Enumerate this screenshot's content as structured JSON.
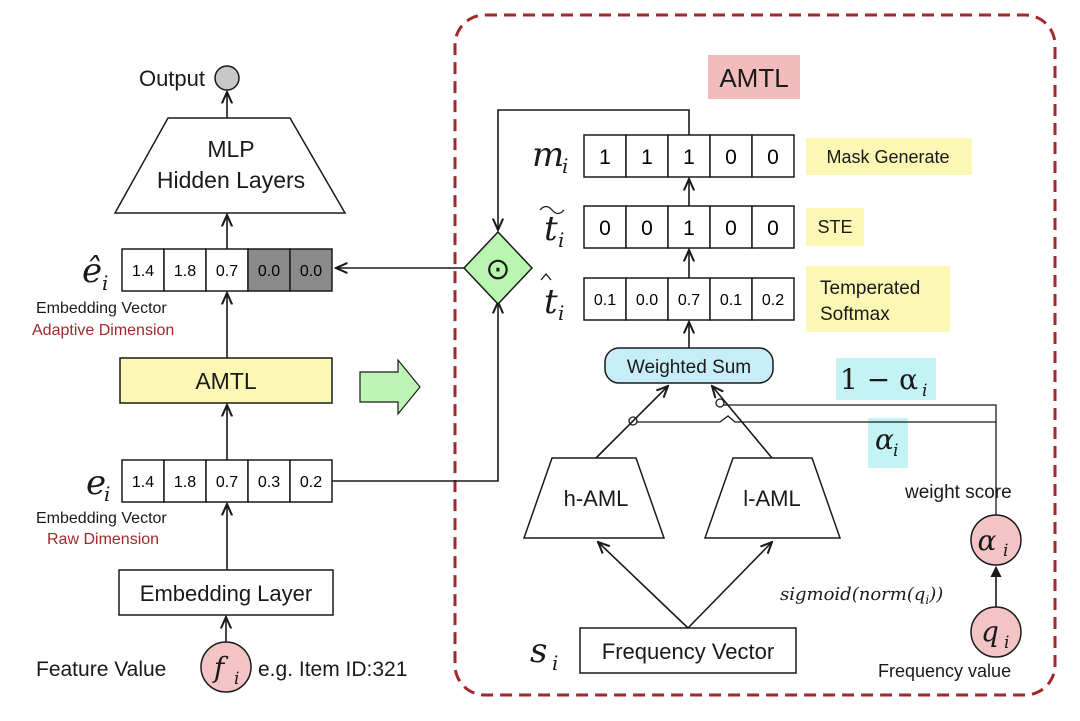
{
  "left": {
    "output_label": "Output",
    "mlp_line1": "MLP",
    "mlp_line2": "Hidden Layers",
    "e_hat_symbol": "ê",
    "e_hat_sub": "i",
    "e_hat_values": [
      "1.4",
      "1.8",
      "0.7",
      "0.0",
      "0.0"
    ],
    "emb_vec_label_1": "Embedding Vector",
    "adaptive_dim_label": "Adaptive Dimension",
    "amtl_block": "AMTL",
    "e_symbol": "e",
    "e_sub": "i",
    "e_values": [
      "1.4",
      "1.8",
      "0.7",
      "0.3",
      "0.2"
    ],
    "emb_vec_label_2": "Embedding Vector",
    "raw_dim_label": "Raw Dimension",
    "embedding_layer": "Embedding Layer",
    "feature_value_label": "Feature Value",
    "f_symbol": "f",
    "f_sub": "i",
    "example_label": "e.g.  Item ID:321"
  },
  "right": {
    "title": "AMTL",
    "m_symbol": "m",
    "m_sub": "i",
    "m_values": [
      "1",
      "1",
      "1",
      "0",
      "0"
    ],
    "mask_label": "Mask Generate",
    "t_tilde_symbol": "t",
    "t_tilde_sub": "i",
    "t_tilde_values": [
      "0",
      "0",
      "1",
      "0",
      "0"
    ],
    "ste_label": "STE",
    "t_hat_symbol": "t",
    "t_hat_sub": "i",
    "t_hat_values": [
      "0.1",
      "0.0",
      "0.7",
      "0.1",
      "0.2"
    ],
    "softmax_line1": "Temperated",
    "softmax_line2": "Softmax",
    "weighted_sum": "Weighted Sum",
    "one_minus_alpha": "1 − α",
    "one_minus_alpha_sub": "i",
    "alpha": "α",
    "alpha_sub": "i",
    "h_aml": "h-AML",
    "l_aml": "l-AML",
    "weight_score": "weight score",
    "alpha_node": "α",
    "alpha_node_sub": "i",
    "sigmoid_label": "sigmoid(norm(q",
    "sigmoid_sub": "i",
    "sigmoid_close": "))",
    "q_node": "q",
    "q_node_sub": "i",
    "s_symbol": "s",
    "s_sub": "i",
    "freq_vector": "Frequency Vector",
    "freq_value": "Frequency value",
    "odot_symbol": "⊙"
  },
  "colors": {
    "panel_border": "#a3282c",
    "title_bg": "#f2bcbc",
    "amtl_block_bg": "#fbf7b4",
    "label_bg_yellow": "#fbf7b4",
    "cyan_bg": "#c4f3f5",
    "weighted_sum_bg": "#c7eef8",
    "node_pink": "#f4c3c6",
    "diamond_green": "#b9f7b0",
    "arrow_green": "#bff5b4",
    "red_text": "#a3282c",
    "dark_cell": "#8a8a8a"
  }
}
